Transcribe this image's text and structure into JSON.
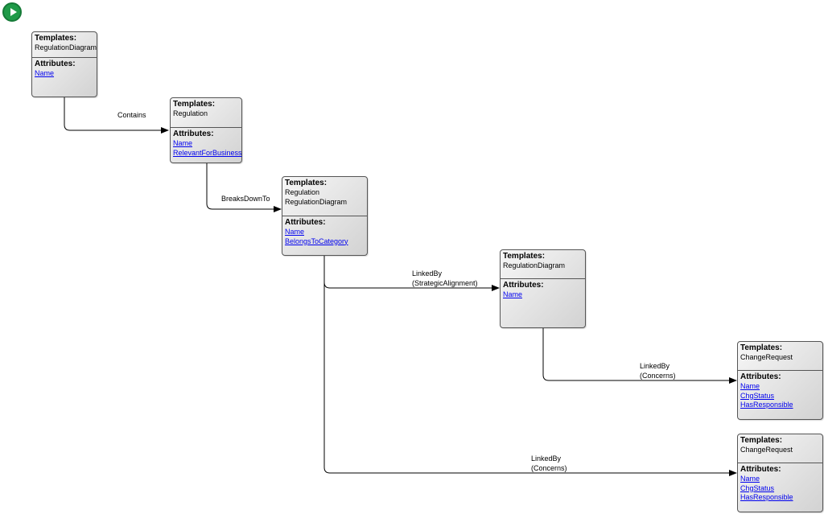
{
  "toolbar": {
    "run_icon": "play-icon",
    "run_color": "#1f9a48"
  },
  "diagram": {
    "nodes": [
      {
        "templates_title": "Templates:",
        "templates": [
          "RegulationDiagram"
        ],
        "attributes_title": "Attributes:",
        "attributes": [
          "Name"
        ]
      },
      {
        "templates_title": "Templates:",
        "templates": [
          "Regulation"
        ],
        "attributes_title": "Attributes:",
        "attributes": [
          "Name",
          "RelevantForBusiness"
        ]
      },
      {
        "templates_title": "Templates:",
        "templates": [
          "Regulation",
          "RegulationDiagram"
        ],
        "attributes_title": "Attributes:",
        "attributes": [
          "Name",
          "BelongsToCategory"
        ]
      },
      {
        "templates_title": "Templates:",
        "templates": [
          "RegulationDiagram"
        ],
        "attributes_title": "Attributes:",
        "attributes": [
          "Name"
        ]
      },
      {
        "templates_title": "Templates:",
        "templates": [
          "ChangeRequest"
        ],
        "attributes_title": "Attributes:",
        "attributes": [
          "Name",
          "ChgStatus",
          "HasResponsible"
        ]
      },
      {
        "templates_title": "Templates:",
        "templates": [
          "ChangeRequest"
        ],
        "attributes_title": "Attributes:",
        "attributes": [
          "Name",
          "ChgStatus",
          "HasResponsible"
        ]
      }
    ],
    "edges": [
      {
        "label": [
          "Contains"
        ]
      },
      {
        "label": [
          "BreaksDownTo"
        ]
      },
      {
        "label": [
          "LinkedBy",
          "(StrategicAlignment)"
        ]
      },
      {
        "label": [
          "LinkedBy",
          "(Concerns)"
        ]
      },
      {
        "label": [
          "LinkedBy",
          "(Concerns)"
        ]
      }
    ]
  }
}
